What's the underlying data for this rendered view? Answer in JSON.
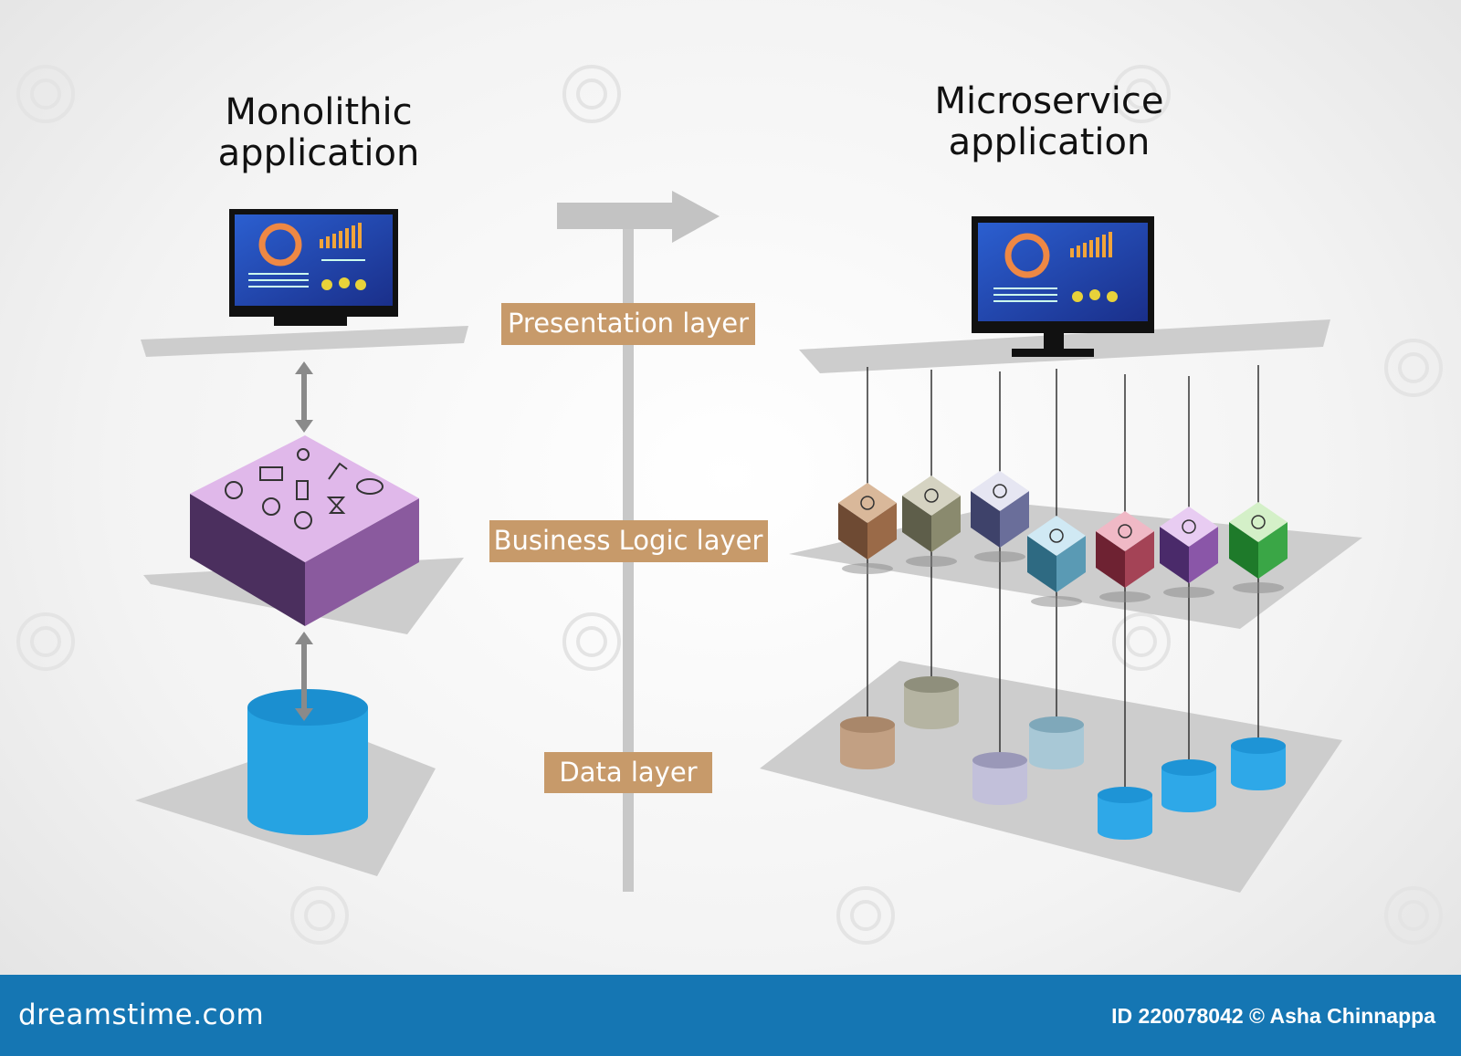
{
  "left": {
    "title_line1": "Monolithic",
    "title_line2": "application"
  },
  "right": {
    "title_line1": "Microservice",
    "title_line2": "application"
  },
  "layers": {
    "presentation": "Presentation layer",
    "business": "Business Logic layer",
    "data": "Data layer"
  },
  "colors": {
    "label_bg": "#c79a6a",
    "platform": "#cfcfcf",
    "db_blue": "#27a3e0",
    "monolith_purple": "#8a5a9e",
    "footer": "#1576b3"
  },
  "footer": {
    "logo": "dreamstime.com",
    "credit": "ID 220078042 © Asha Chinnappa"
  },
  "watermark": "dreamstime"
}
